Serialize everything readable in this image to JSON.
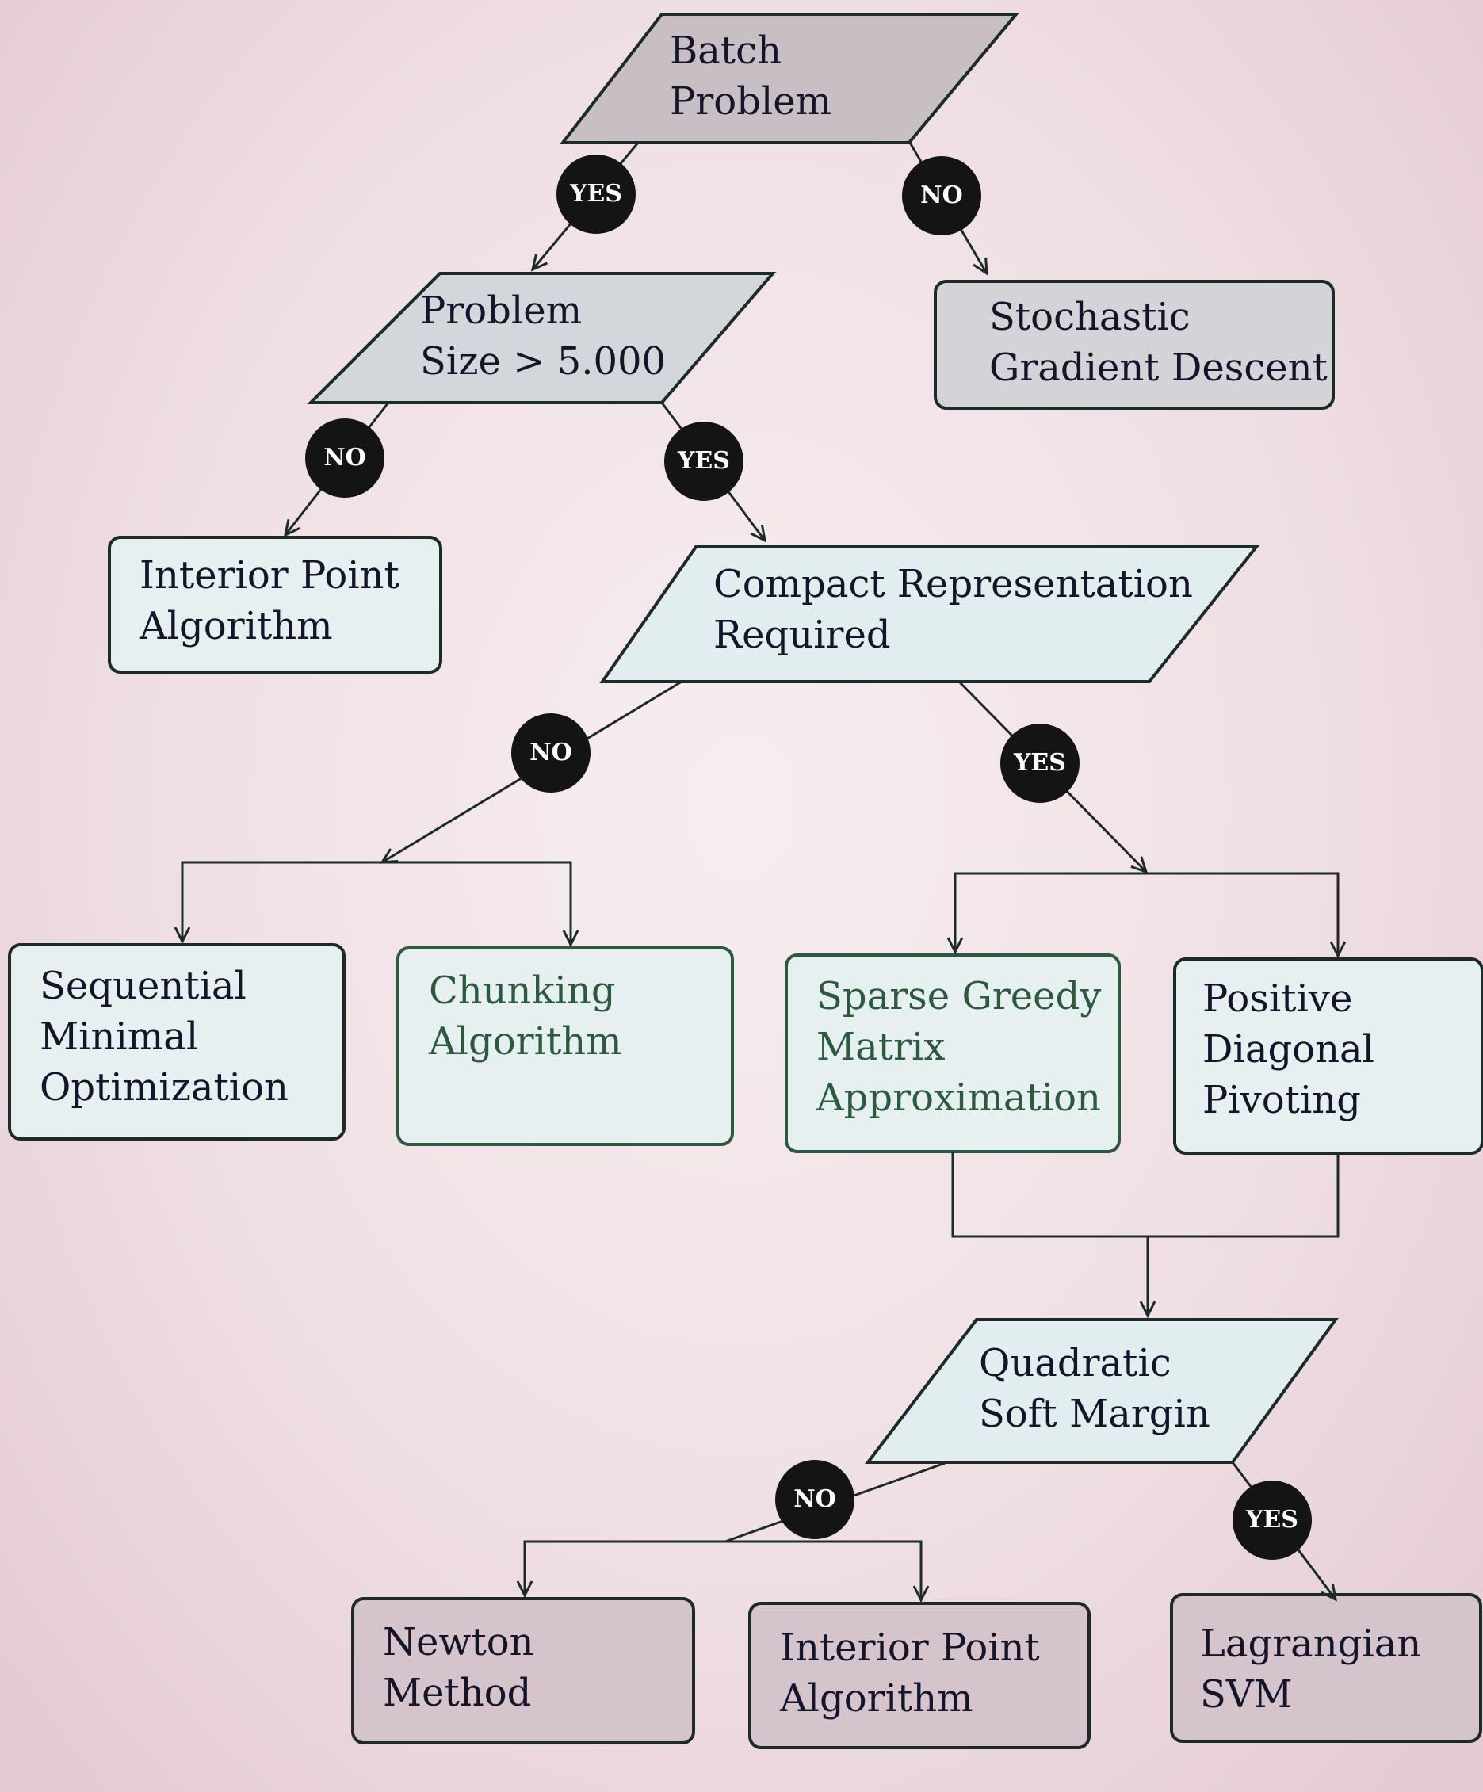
{
  "colors": {
    "decision_top": "#c8bfc4",
    "decision_mid": "#d3d6da",
    "decision_light": "#e2edef",
    "result_gray": "#d4d4d8",
    "result_light": "#e6f0f1",
    "result_mauve": "#d6c4cc",
    "stroke": "#1d2a2a",
    "badge": "#141414"
  },
  "decisions": {
    "batch_problem": {
      "lines": [
        "Batch",
        "Problem"
      ]
    },
    "problem_size": {
      "lines": [
        "Problem",
        "Size > 5.000"
      ]
    },
    "compact_representation": {
      "lines": [
        "Compact Representation",
        "Required"
      ]
    },
    "quadratic_soft_margin": {
      "lines": [
        "Quadratic",
        "Soft Margin"
      ]
    }
  },
  "results": {
    "stochastic_gradient_descent": {
      "lines": [
        "Stochastic",
        "Gradient Descent"
      ]
    },
    "interior_point_top": {
      "lines": [
        "Interior Point",
        "Algorithm"
      ]
    },
    "sequential_minimal_optimization": {
      "lines": [
        "Sequential",
        "Minimal",
        "Optimization"
      ]
    },
    "chunking_algorithm": {
      "lines": [
        "Chunking",
        "Algorithm"
      ]
    },
    "sparse_greedy_matrix": {
      "lines": [
        "Sparse Greedy",
        "Matrix",
        "Approximation"
      ]
    },
    "positive_diagonal_pivoting": {
      "lines": [
        "Positive",
        "Diagonal",
        "Pivoting"
      ]
    },
    "newton_method": {
      "lines": [
        "Newton",
        "Method"
      ]
    },
    "interior_point_bottom": {
      "lines": [
        "Interior Point",
        "Algorithm"
      ]
    },
    "lagrangian_svm": {
      "lines": [
        "Lagrangian",
        "SVM"
      ]
    }
  },
  "badges": {
    "batch_yes": "YES",
    "batch_no": "NO",
    "size_no": "NO",
    "size_yes": "YES",
    "compact_no": "NO",
    "compact_yes": "YES",
    "quadratic_no": "NO",
    "quadratic_yes": "YES"
  }
}
